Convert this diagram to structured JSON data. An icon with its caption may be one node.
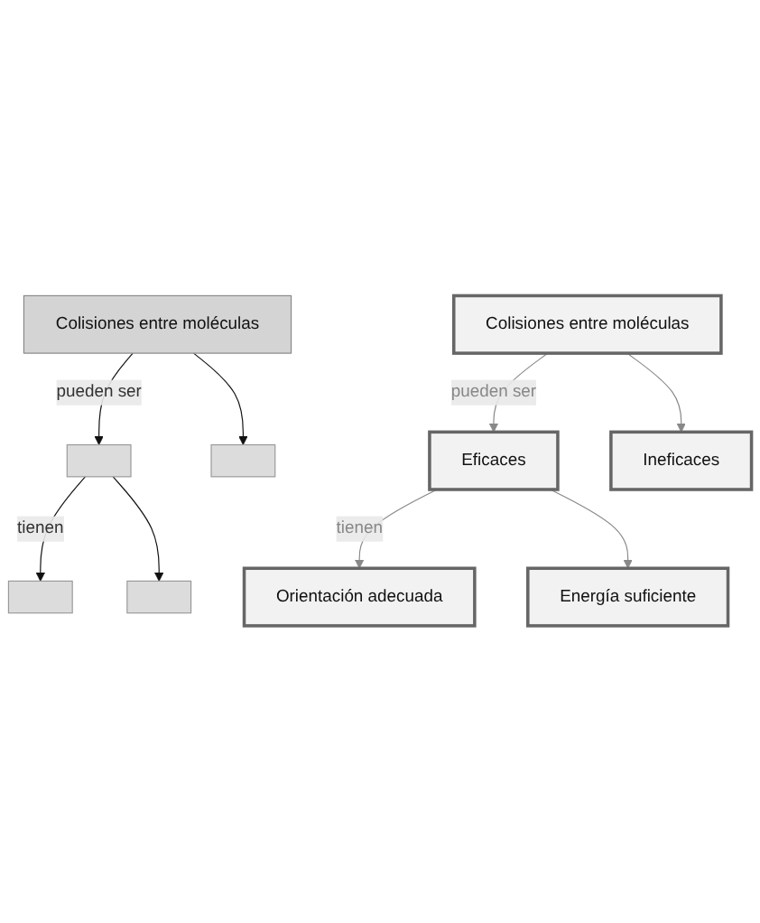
{
  "diagram": {
    "nodes": [
      {
        "text": [
          "Colisiones entre moléculas"
        ]
      },
      {
        "text": [],
        "shape": "box"
      },
      {
        "text": [],
        "shape": "box"
      },
      {
        "text": [],
        "shape": "box"
      },
      {
        "text": [],
        "shape": "box"
      },
      {
        "text": [
          "Colisiones entre moléculas"
        ]
      },
      {
        "text": [
          "Eficaces"
        ]
      },
      {
        "text": [
          "Ineficaces"
        ]
      },
      {
        "text": [
          "Orientación adecuada"
        ]
      },
      {
        "text": [
          "Energía suficiente"
        ]
      }
    ],
    "edges": [
      {
        "from": 0,
        "to": 1,
        "arrow": "to",
        "label": "pueden ser"
      },
      {
        "from": 0,
        "to": 2,
        "arrow": "to"
      },
      {
        "from": 1,
        "to": 3,
        "arrow": "to",
        "label": "tienen"
      },
      {
        "from": 1,
        "to": 4,
        "arrow": "to"
      },
      {
        "from": 5,
        "to": 6,
        "arrow": "to",
        "label": "pueden ser",
        "color": "#888888"
      },
      {
        "from": 5,
        "to": 7,
        "arrow": "to",
        "color": "#888888"
      },
      {
        "from": 6,
        "to": 8,
        "arrow": "to",
        "label": "tienen",
        "color": "#888888"
      },
      {
        "from": 6,
        "to": 9,
        "arrow": "to",
        "color": "#888888"
      }
    ]
  }
}
